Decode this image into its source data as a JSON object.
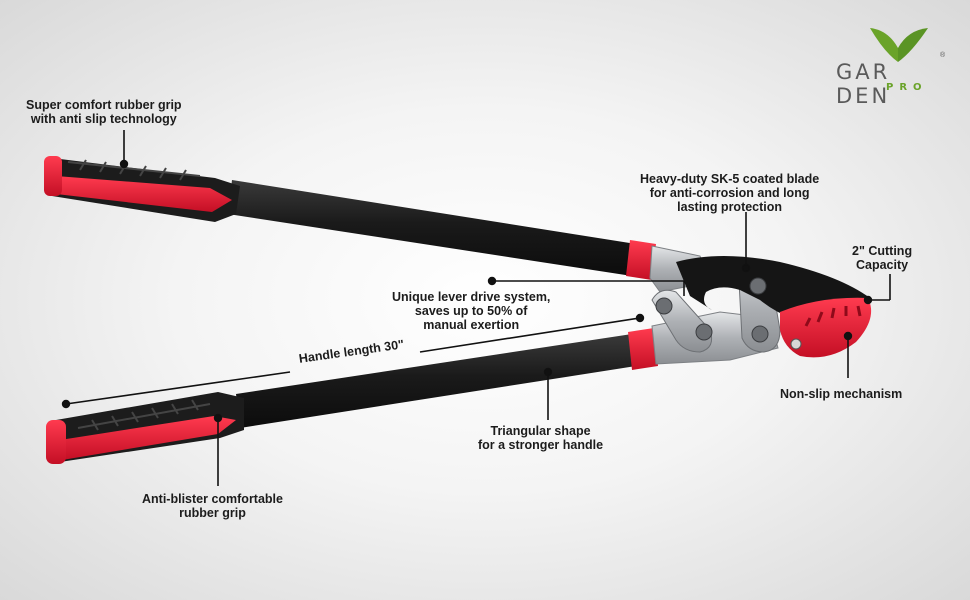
{
  "logo": {
    "word_left": "GAR",
    "word_right": "DEN",
    "sub": "PRO",
    "registered": "®",
    "brand_green": "#6aa329"
  },
  "colors": {
    "handle_black": "#1d1d1d",
    "accent_red": "#e5162f",
    "steel": "#b9bcc0"
  },
  "annotations": {
    "top_grip": [
      "Super comfort rubber grip",
      "with anti slip technology"
    ],
    "blade": [
      "Heavy-duty SK-5 coated blade",
      "for anti-corrosion and long",
      "lasting protection"
    ],
    "capacity": [
      "2\" Cutting",
      "Capacity"
    ],
    "lever": [
      "Unique lever drive system,",
      "saves up to 50% of",
      "manual exertion"
    ],
    "handle_length": "Handle length 30\"",
    "non_slip": "Non-slip mechanism",
    "triangular": [
      "Triangular shape",
      "for a stronger handle"
    ],
    "bottom_grip": [
      "Anti-blister comfortable",
      "rubber grip"
    ]
  }
}
